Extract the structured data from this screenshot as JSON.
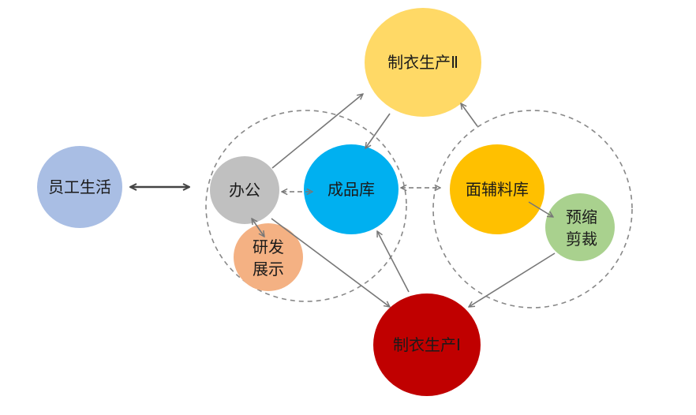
{
  "nodes": {
    "staff_life": {
      "label": "员工生活",
      "color": "#A9BEE4"
    },
    "office": {
      "label": "办公",
      "color": "#C0C0C0"
    },
    "rnd": {
      "line1": "研发",
      "line2": "展示",
      "color": "#F4B183"
    },
    "finished_goods": {
      "label": "成品库",
      "color": "#00B0F0"
    },
    "production_2": {
      "label": "制衣生产Ⅱ",
      "color": "#FFD966"
    },
    "materials": {
      "label": "面辅料库",
      "color": "#FFC000"
    },
    "preshrink": {
      "line1": "预缩",
      "line2": "剪裁",
      "color": "#A9D18E"
    },
    "production_1": {
      "label": "制衣生产Ⅰ",
      "color": "#C00000"
    }
  }
}
